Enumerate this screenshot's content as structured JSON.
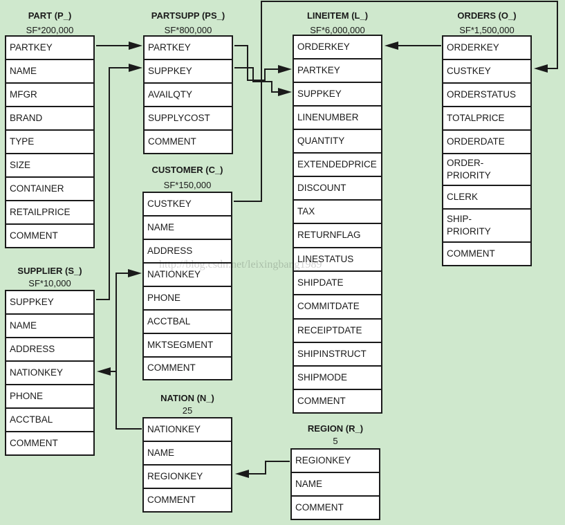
{
  "tables": [
    {
      "id": "part",
      "title": "PART (P_)",
      "subtitle": "SF*200,000",
      "columns": [
        "PARTKEY",
        "NAME",
        "MFGR",
        "BRAND",
        "TYPE",
        "SIZE",
        "CONTAINER",
        "RETAILPRICE",
        "COMMENT"
      ]
    },
    {
      "id": "partsupp",
      "title": "PARTSUPP (PS_)",
      "subtitle": "SF*800,000",
      "columns": [
        "PARTKEY",
        "SUPPKEY",
        "AVAILQTY",
        "SUPPLYCOST",
        "COMMENT"
      ]
    },
    {
      "id": "lineitem",
      "title": "LINEITEM (L_)",
      "subtitle": "SF*6,000,000",
      "columns": [
        "ORDERKEY",
        "PARTKEY",
        "SUPPKEY",
        "LINENUMBER",
        "QUANTITY",
        "EXTENDEDPRICE",
        "DISCOUNT",
        "TAX",
        "RETURNFLAG",
        "LINESTATUS",
        "SHIPDATE",
        "COMMITDATE",
        "RECEIPTDATE",
        "SHIPINSTRUCT",
        "SHIPMODE",
        "COMMENT"
      ]
    },
    {
      "id": "orders",
      "title": "ORDERS (O_)",
      "subtitle": "SF*1,500,000",
      "columns": [
        "ORDERKEY",
        "CUSTKEY",
        "ORDERSTATUS",
        "TOTALPRICE",
        "ORDERDATE",
        "ORDER-\nPRIORITY",
        "CLERK",
        "SHIP-\nPRIORITY",
        "COMMENT"
      ]
    },
    {
      "id": "customer",
      "title": "CUSTOMER (C_)",
      "subtitle": "SF*150,000",
      "columns": [
        "CUSTKEY",
        "NAME",
        "ADDRESS",
        "NATIONKEY",
        "PHONE",
        "ACCTBAL",
        "MKTSEGMENT",
        "COMMENT"
      ]
    },
    {
      "id": "supplier",
      "title": "SUPPLIER (S_)",
      "subtitle": "SF*10,000",
      "columns": [
        "SUPPKEY",
        "NAME",
        "ADDRESS",
        "NATIONKEY",
        "PHONE",
        "ACCTBAL",
        "COMMENT"
      ]
    },
    {
      "id": "nation",
      "title": "NATION (N_)",
      "subtitle": "25",
      "columns": [
        "NATIONKEY",
        "NAME",
        "REGIONKEY",
        "COMMENT"
      ]
    },
    {
      "id": "region",
      "title": "REGION (R_)",
      "subtitle": "5",
      "columns": [
        "REGIONKEY",
        "NAME",
        "COMMENT"
      ]
    }
  ],
  "watermark": "http://blog.csdn.net/leixingbang1989"
}
